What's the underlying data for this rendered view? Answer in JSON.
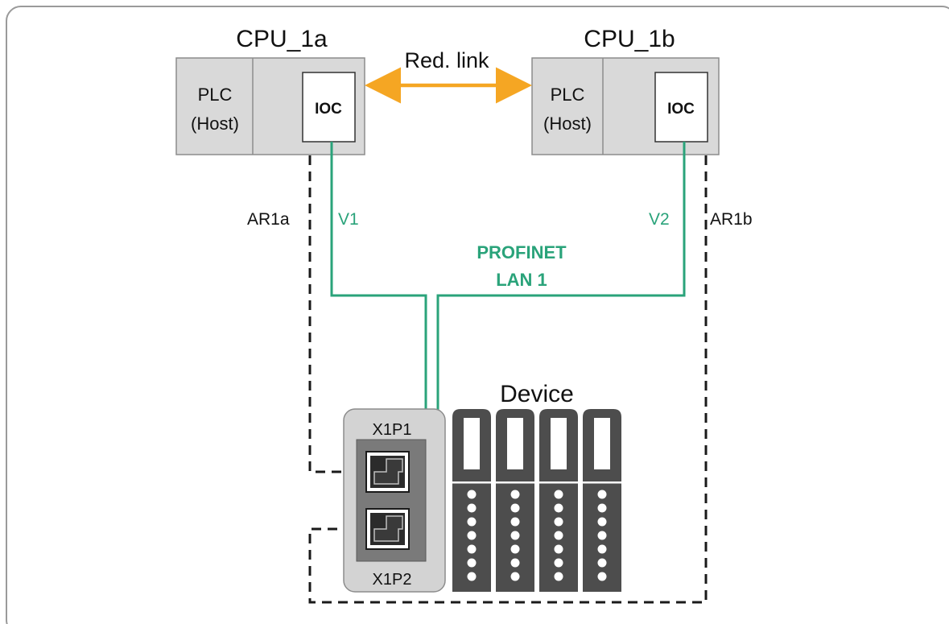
{
  "cpu_a": {
    "title": "CPU_1a",
    "plc_line1": "PLC",
    "plc_line2": "(Host)",
    "ioc": "IOC"
  },
  "cpu_b": {
    "title": "CPU_1b",
    "plc_line1": "PLC",
    "plc_line2": "(Host)",
    "ioc": "IOC"
  },
  "redundancy_link": "Red. link",
  "connections": {
    "ar_a": "AR1a",
    "ar_b": "AR1b",
    "v1": "V1",
    "v2": "V2"
  },
  "network": {
    "line1": "PROFINET",
    "line2": "LAN 1"
  },
  "device": {
    "title": "Device",
    "port1": "X1P1",
    "port2": "X1P2",
    "module_count": 4
  },
  "colors": {
    "green": "#2aa37a",
    "orange": "#f5a623",
    "module_dark": "#4d4d4d",
    "cpu_fill": "#d9d9d9",
    "port_panel": "#7a7a7a",
    "interface_module": "#d3d3d3"
  }
}
